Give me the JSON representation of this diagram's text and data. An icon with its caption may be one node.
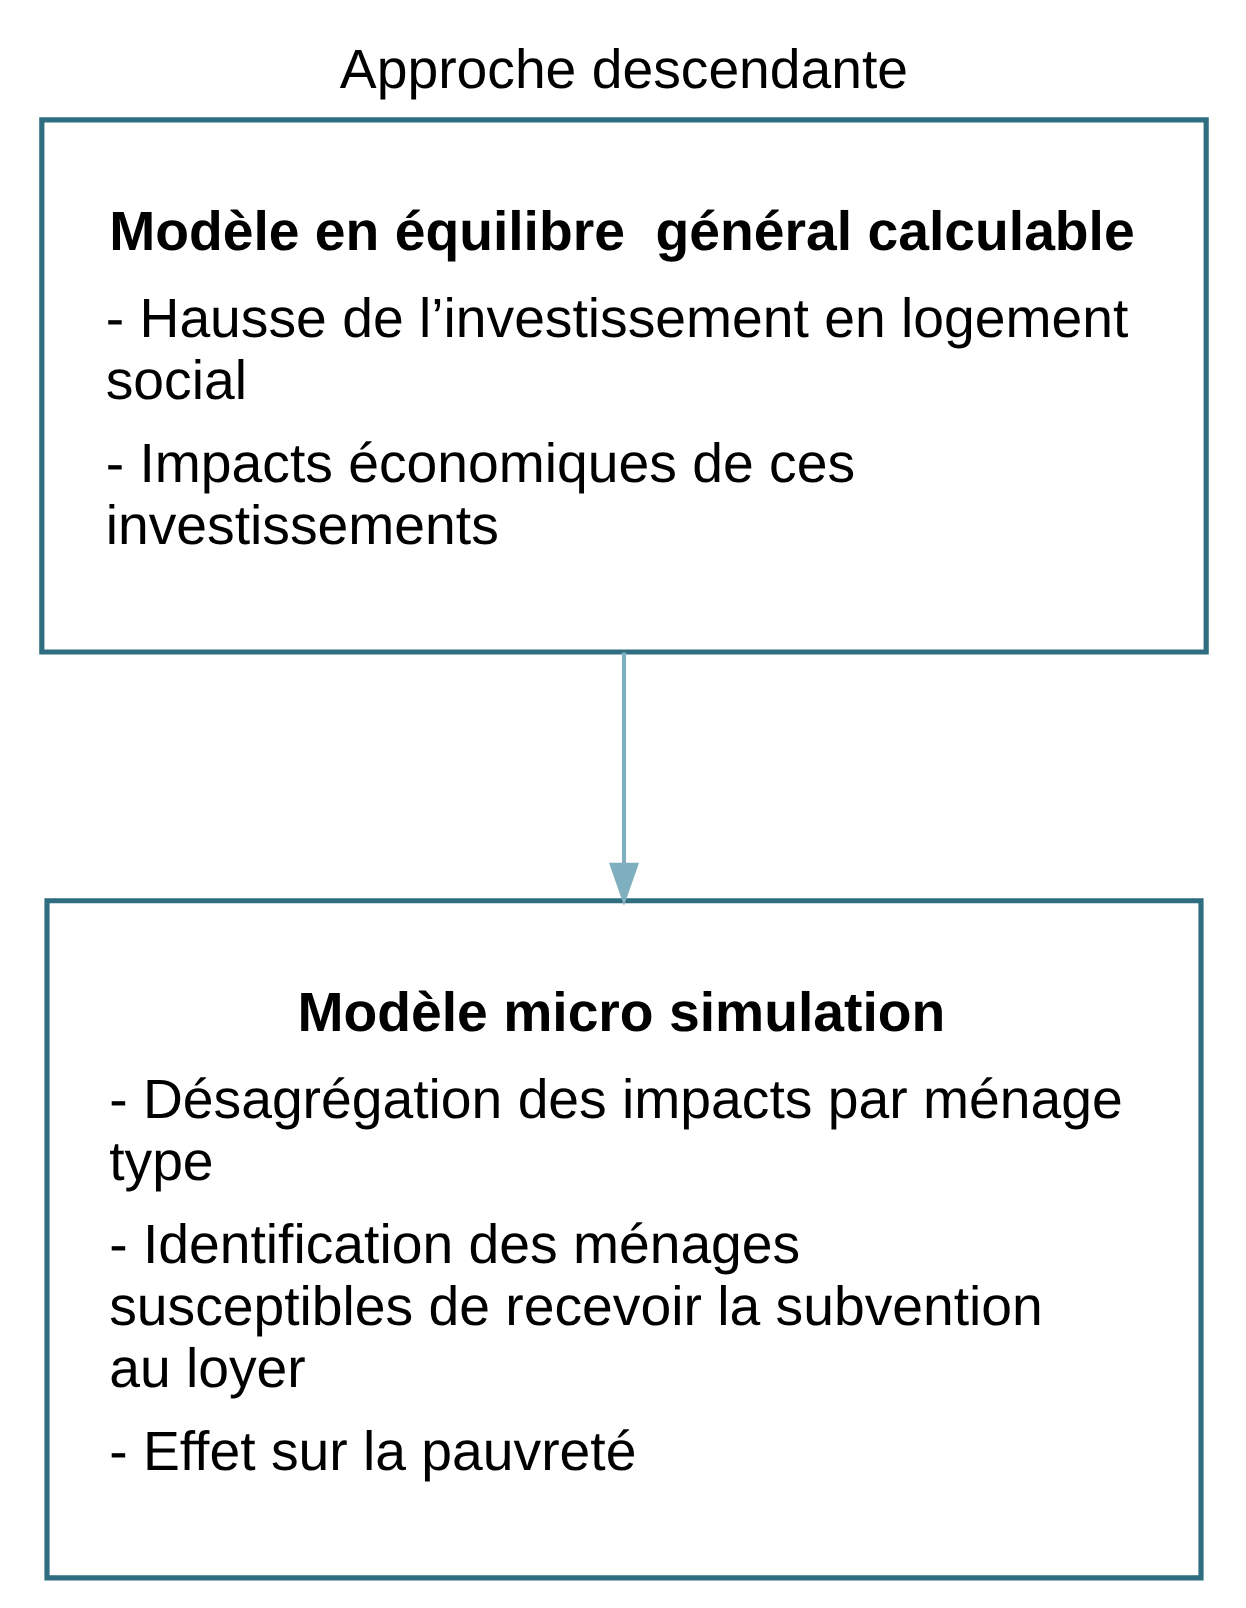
{
  "diagram": {
    "title": "Approche descendante",
    "nodes": [
      {
        "text": [
          "Modèle en équilibre  général calculable",
          "- Hausse de l’investissement en logement social",
          "- Impacts économiques de ces investissements"
        ]
      },
      {
        "text": [
          "Modèle micro simulation",
          "- Désagrégation des impacts par ménage type",
          "- Identification des ménages susceptibles de recevoir la subvention au loyer",
          "- Effet sur la pauvreté"
        ]
      }
    ],
    "edges": [
      {
        "from": 0,
        "to": 1,
        "arrow": "to"
      }
    ]
  }
}
